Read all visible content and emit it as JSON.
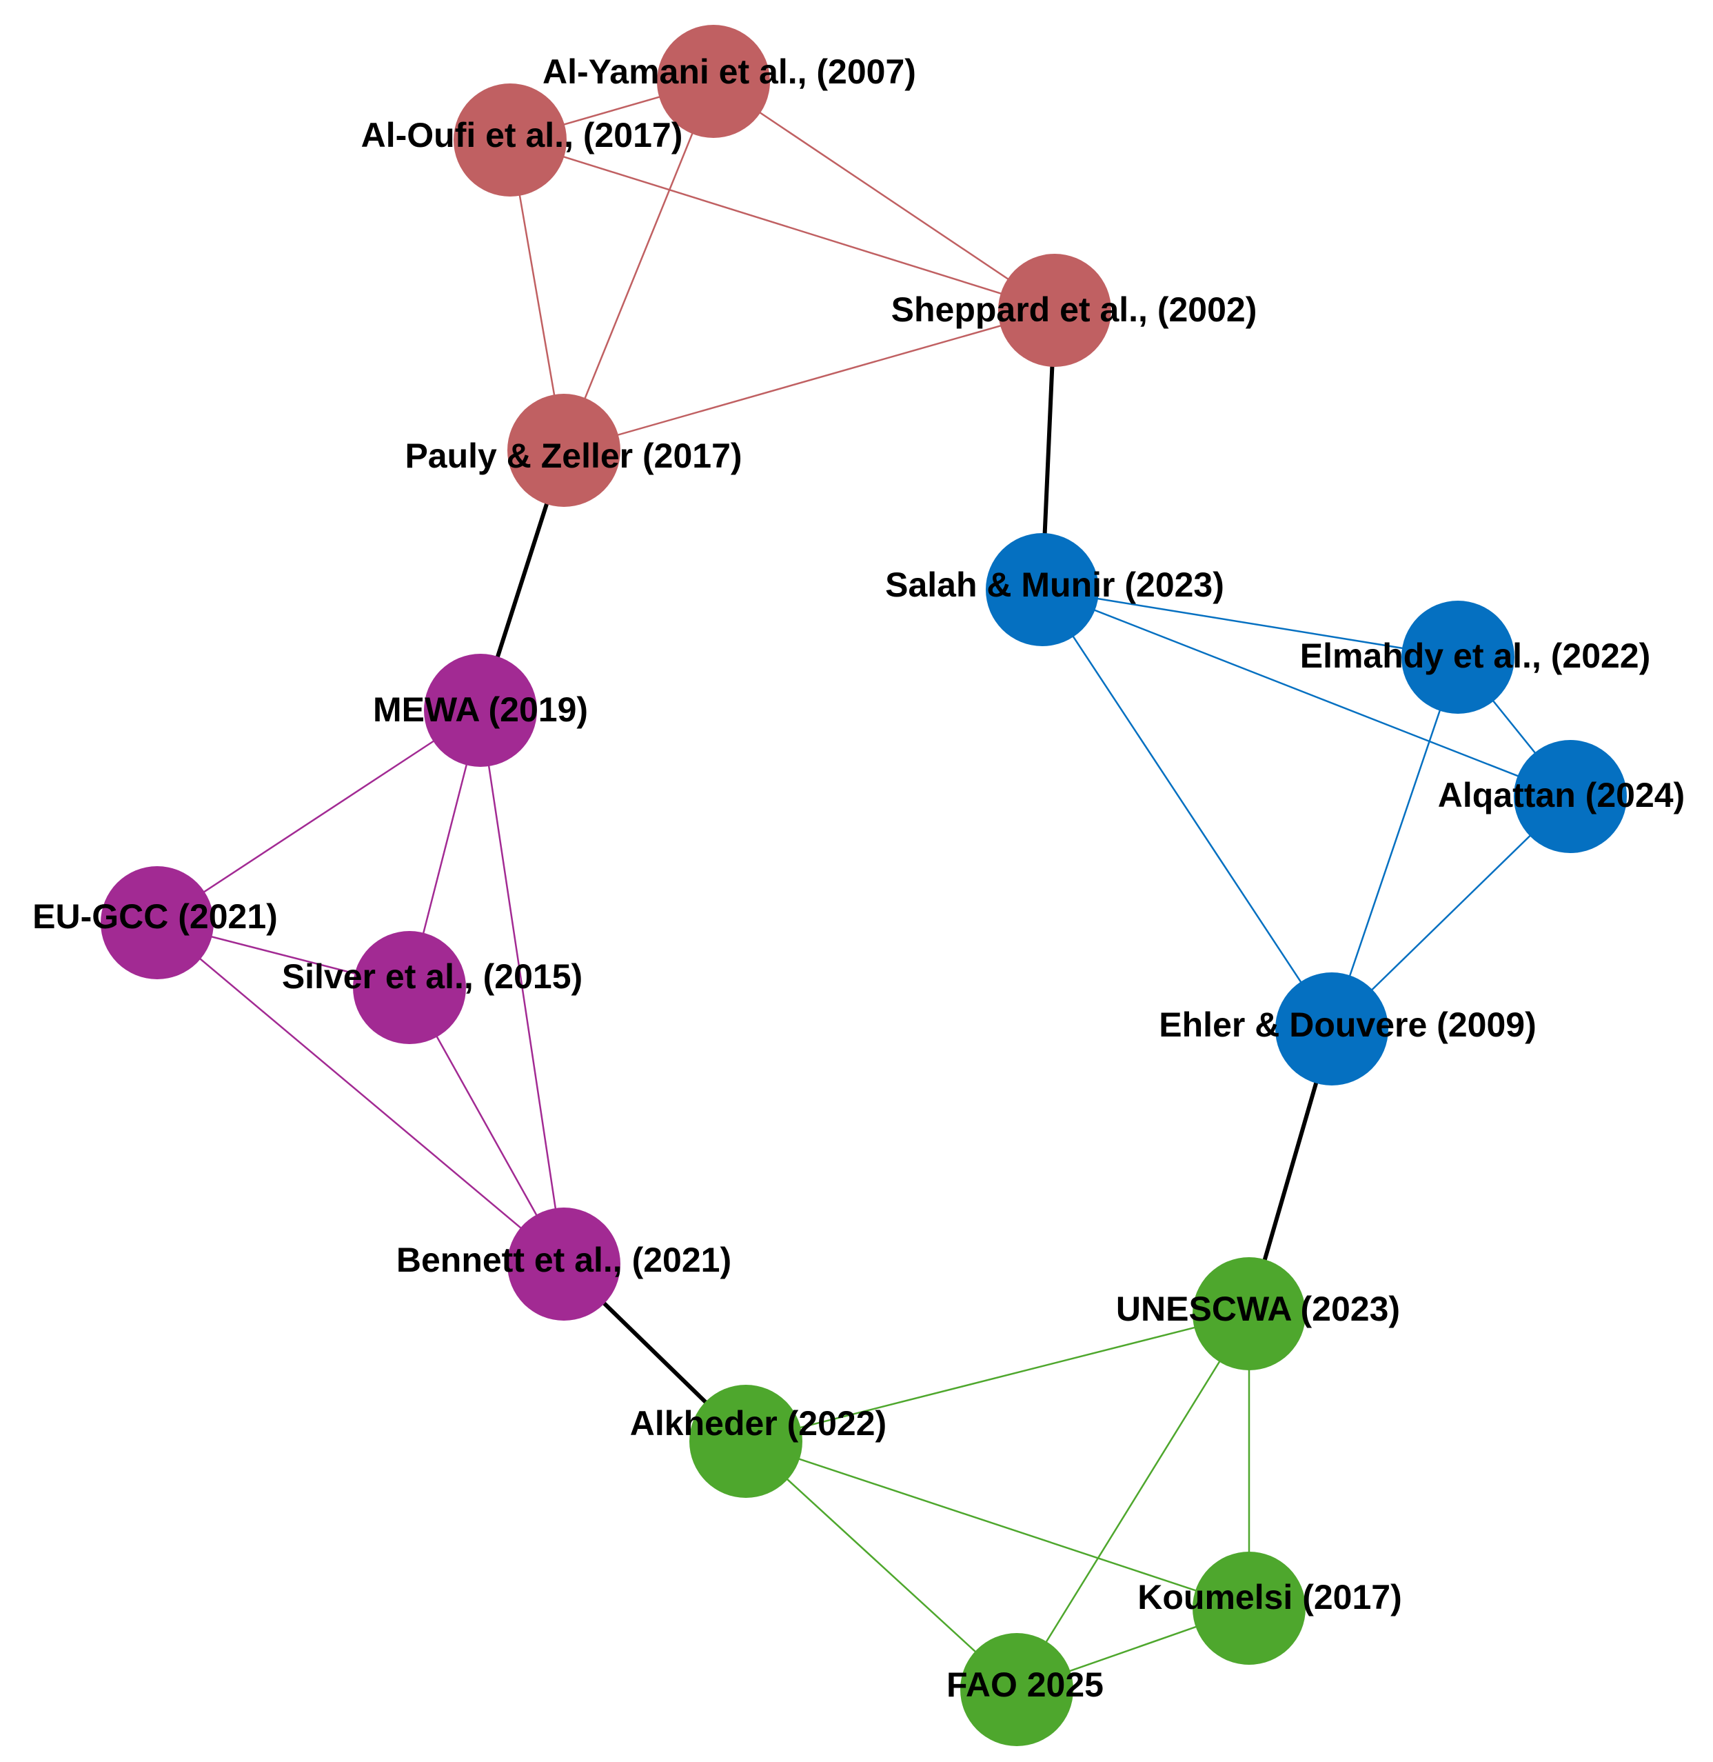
{
  "diagram": {
    "groups": [
      {
        "id": "red",
        "color": "#c06062"
      },
      {
        "id": "purple",
        "color": "#a22a93"
      },
      {
        "id": "blue",
        "color": "#0570c1"
      },
      {
        "id": "green",
        "color": "#4ea72d"
      }
    ],
    "bridge_color": "#000000",
    "nodes": [
      {
        "id": "al-yamani-2007",
        "label": "Al-Yamani et al., (2007)",
        "group": "red"
      },
      {
        "id": "al-oufi-2017",
        "label": "Al-Oufi et al., (2017)",
        "group": "red"
      },
      {
        "id": "sheppard-2002",
        "label": "Sheppard et al., (2002)",
        "group": "red"
      },
      {
        "id": "pauly-zeller-2017",
        "label": "Pauly & Zeller (2017)",
        "group": "red"
      },
      {
        "id": "mewa-2019",
        "label": "MEWA (2019)",
        "group": "purple"
      },
      {
        "id": "eu-gcc-2021",
        "label": "EU-GCC (2021)",
        "group": "purple"
      },
      {
        "id": "silver-2015",
        "label": "Silver et al., (2015)",
        "group": "purple"
      },
      {
        "id": "bennett-2021",
        "label": "Bennett et al., (2021)",
        "group": "purple"
      },
      {
        "id": "salah-munir-2023",
        "label": "Salah & Munir (2023)",
        "group": "blue"
      },
      {
        "id": "elmahdy-2022",
        "label": "Elmahdy et al., (2022)",
        "group": "blue"
      },
      {
        "id": "alqattan-2024",
        "label": "Alqattan (2024)",
        "group": "blue"
      },
      {
        "id": "ehler-douvere-2009",
        "label": "Ehler & Douvere (2009)",
        "group": "blue"
      },
      {
        "id": "unescwa-2023",
        "label": "UNESCWA (2023)",
        "group": "green"
      },
      {
        "id": "alkheder-2022",
        "label": "Alkheder (2022)",
        "group": "green"
      },
      {
        "id": "koumelsi-2017",
        "label": "Koumelsi (2017)",
        "group": "green"
      },
      {
        "id": "fao-2025",
        "label": "FAO 2025",
        "group": "green"
      }
    ],
    "edges": [
      {
        "from": "al-oufi-2017",
        "to": "al-yamani-2007",
        "type": "cluster"
      },
      {
        "from": "al-yamani-2007",
        "to": "sheppard-2002",
        "type": "cluster"
      },
      {
        "from": "al-oufi-2017",
        "to": "sheppard-2002",
        "type": "cluster"
      },
      {
        "from": "al-oufi-2017",
        "to": "pauly-zeller-2017",
        "type": "cluster"
      },
      {
        "from": "al-yamani-2007",
        "to": "pauly-zeller-2017",
        "type": "cluster"
      },
      {
        "from": "sheppard-2002",
        "to": "pauly-zeller-2017",
        "type": "cluster"
      },
      {
        "from": "sheppard-2002",
        "to": "salah-munir-2023",
        "type": "bridge"
      },
      {
        "from": "pauly-zeller-2017",
        "to": "mewa-2019",
        "type": "bridge"
      },
      {
        "from": "mewa-2019",
        "to": "eu-gcc-2021",
        "type": "cluster"
      },
      {
        "from": "mewa-2019",
        "to": "silver-2015",
        "type": "cluster"
      },
      {
        "from": "mewa-2019",
        "to": "bennett-2021",
        "type": "cluster"
      },
      {
        "from": "eu-gcc-2021",
        "to": "silver-2015",
        "type": "cluster"
      },
      {
        "from": "eu-gcc-2021",
        "to": "bennett-2021",
        "type": "cluster"
      },
      {
        "from": "silver-2015",
        "to": "bennett-2021",
        "type": "cluster"
      },
      {
        "from": "bennett-2021",
        "to": "alkheder-2022",
        "type": "bridge"
      },
      {
        "from": "salah-munir-2023",
        "to": "elmahdy-2022",
        "type": "cluster"
      },
      {
        "from": "salah-munir-2023",
        "to": "alqattan-2024",
        "type": "cluster"
      },
      {
        "from": "salah-munir-2023",
        "to": "ehler-douvere-2009",
        "type": "cluster"
      },
      {
        "from": "elmahdy-2022",
        "to": "alqattan-2024",
        "type": "cluster"
      },
      {
        "from": "elmahdy-2022",
        "to": "ehler-douvere-2009",
        "type": "cluster"
      },
      {
        "from": "alqattan-2024",
        "to": "ehler-douvere-2009",
        "type": "cluster"
      },
      {
        "from": "ehler-douvere-2009",
        "to": "unescwa-2023",
        "type": "bridge"
      },
      {
        "from": "unescwa-2023",
        "to": "alkheder-2022",
        "type": "cluster"
      },
      {
        "from": "unescwa-2023",
        "to": "koumelsi-2017",
        "type": "cluster"
      },
      {
        "from": "unescwa-2023",
        "to": "fao-2025",
        "type": "cluster"
      },
      {
        "from": "alkheder-2022",
        "to": "koumelsi-2017",
        "type": "cluster"
      },
      {
        "from": "alkheder-2022",
        "to": "fao-2025",
        "type": "cluster"
      },
      {
        "from": "koumelsi-2017",
        "to": "fao-2025",
        "type": "cluster"
      }
    ]
  }
}
